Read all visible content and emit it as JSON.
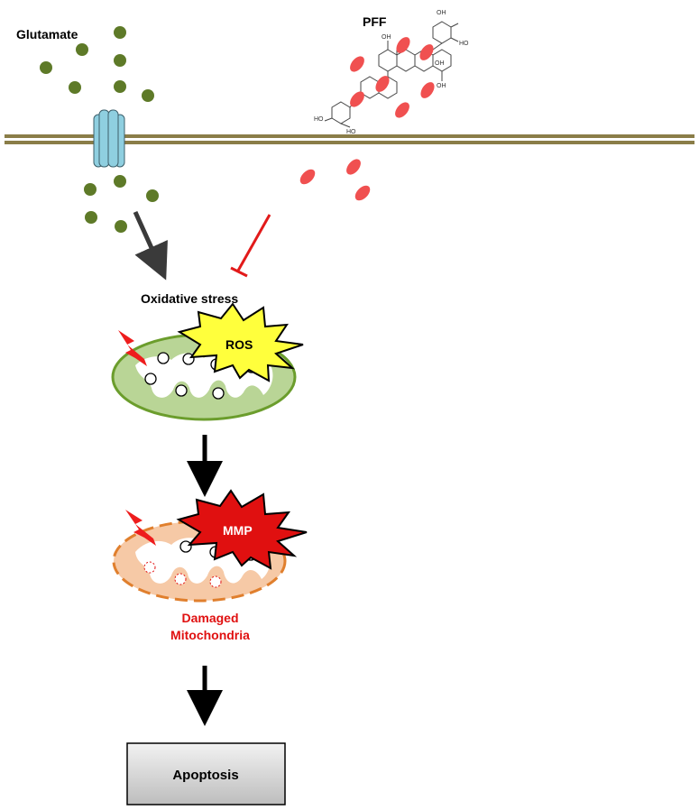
{
  "labels": {
    "glutamate": "Glutamate",
    "pff": "PFF",
    "oxidative_stress": "Oxidative stress",
    "ros": "ROS",
    "mmp": "MMP",
    "damaged_line1": "Damaged",
    "damaged_line2": "Mitochondria",
    "apoptosis": "Apoptosis",
    "hydroxyl": "OH",
    "ho": "HO"
  },
  "colors": {
    "membrane": "#8a7d48",
    "glutamate_dot": "#5e7a28",
    "pff_dot": "#f05050",
    "channel": "#8fcfe0",
    "inhibition": "#e21a1a",
    "mito_healthy_fill": "#b9d596",
    "mito_healthy_edge": "#6b9d2c",
    "mito_damaged_fill": "#f6c9a6",
    "mito_damaged_edge": "#e07f2d",
    "ros_burst": "#ffff3c",
    "mmp_burst": "#e01010",
    "damaged_text": "#e01010",
    "apoptosis_box": "#d9d9d9"
  },
  "icons": {
    "channel": "ion-channel-icon",
    "lightning": "lightning-bolt-icon"
  }
}
